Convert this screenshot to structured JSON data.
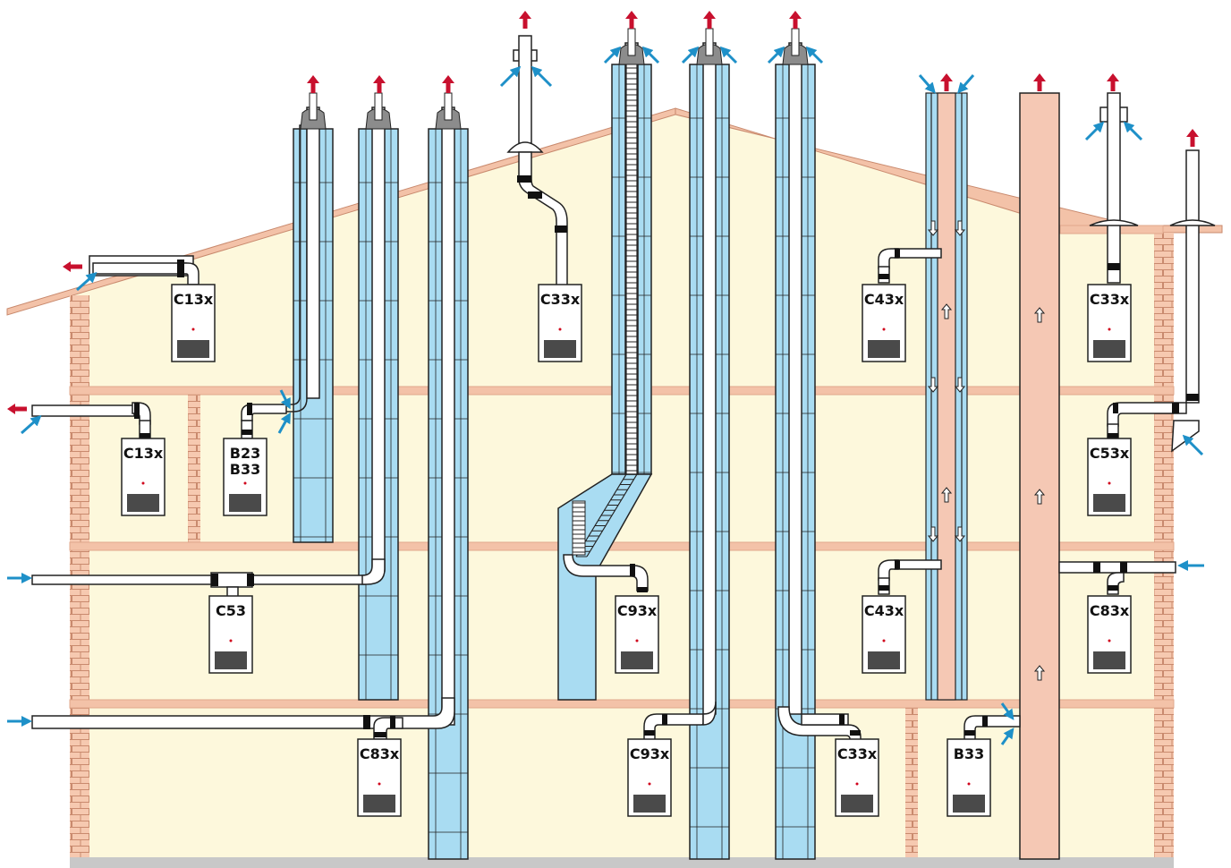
{
  "colors": {
    "wall": "#fdf8dc",
    "roof": "#f3c2a8",
    "brick_fill": "#f6c9b0",
    "brick_line": "#c98a6e",
    "floor": "#f3c2a8",
    "ground": "#c8c8c8",
    "shaft": "#a9dcf2",
    "flue_pink": "#f5c8b4",
    "pipe": "#ffffff",
    "outline": "#222222",
    "coupling": "#111111",
    "exhaust_arrow": "#c8102e",
    "intake_arrow": "#1e90c8",
    "cap": "#8c8c8c",
    "boiler_panel": "#4a4a4a",
    "boiler_dot": "#d0021b"
  },
  "icons": {
    "exhaust": "red-up-arrow-icon",
    "intake": "blue-arrow-icon",
    "draft": "hollow-flow-arrow-icon"
  },
  "boilers": [
    {
      "id": "b1",
      "lines": [
        "C13x"
      ]
    },
    {
      "id": "b2",
      "lines": [
        "C13x"
      ]
    },
    {
      "id": "b3",
      "lines": [
        "B23",
        "B33"
      ]
    },
    {
      "id": "b4",
      "lines": [
        "C53"
      ]
    },
    {
      "id": "b5",
      "lines": [
        "C83x"
      ]
    },
    {
      "id": "b6",
      "lines": [
        "C33x"
      ]
    },
    {
      "id": "b7",
      "lines": [
        "C93x"
      ]
    },
    {
      "id": "b8",
      "lines": [
        "C93x"
      ]
    },
    {
      "id": "b9",
      "lines": [
        "C33x"
      ]
    },
    {
      "id": "b10",
      "lines": [
        "C43x"
      ]
    },
    {
      "id": "b11",
      "lines": [
        "C43x"
      ]
    },
    {
      "id": "b12",
      "lines": [
        "B33"
      ]
    },
    {
      "id": "b13",
      "lines": [
        "C33x"
      ]
    },
    {
      "id": "b14",
      "lines": [
        "C53x"
      ]
    },
    {
      "id": "b15",
      "lines": [
        "C83x"
      ]
    }
  ]
}
